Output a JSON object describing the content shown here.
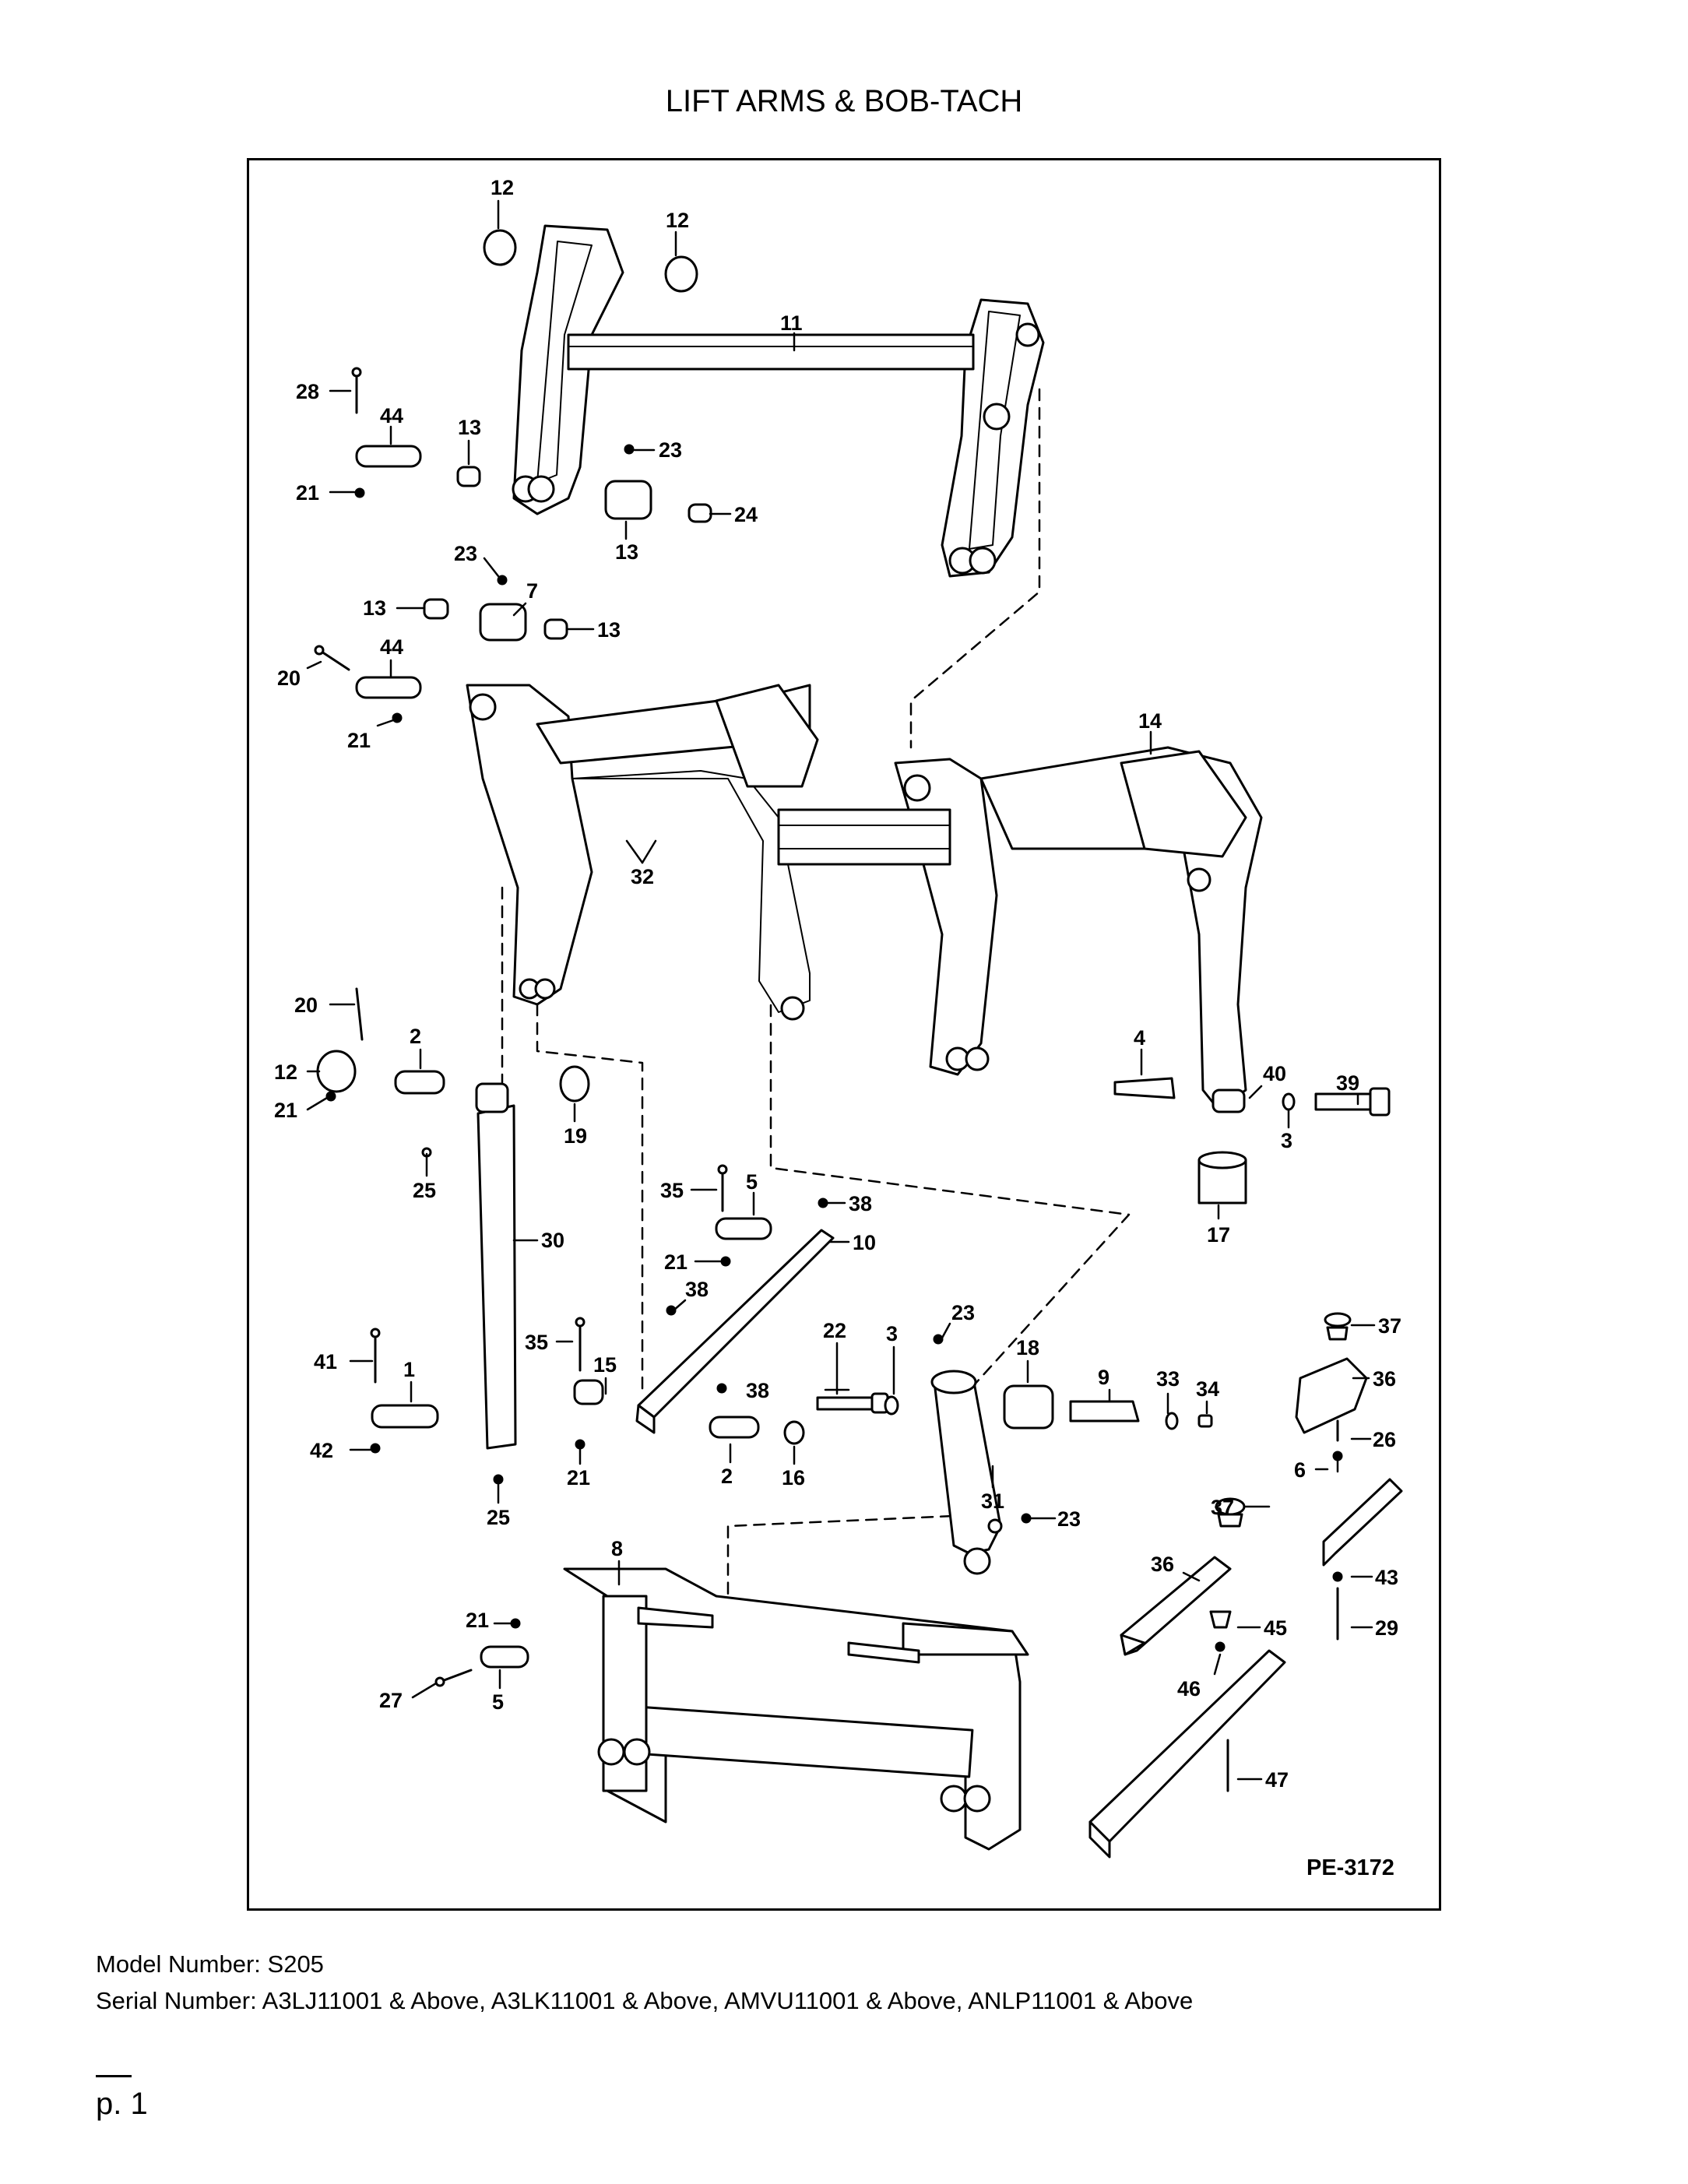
{
  "title": "LIFT ARMS & BOB-TACH",
  "figure_id": "PE-3172",
  "model_line": "Model Number: S205",
  "serial_line": "Serial Number: A3LJ11001 & Above, A3LK11001 & Above, AMVU11001 & Above, ANLP11001 & Above",
  "page_label": "p. 1",
  "callouts": [
    "12",
    "12",
    "11",
    "28",
    "44",
    "13",
    "23",
    "21",
    "24",
    "13",
    "23",
    "7",
    "13",
    "13",
    "20",
    "44",
    "21",
    "14",
    "32",
    "20",
    "2",
    "12",
    "21",
    "19",
    "4",
    "40",
    "39",
    "25",
    "3",
    "30",
    "35",
    "5",
    "38",
    "10",
    "21",
    "17",
    "38",
    "23",
    "41",
    "1",
    "35",
    "15",
    "22",
    "3",
    "18",
    "9",
    "33",
    "34",
    "37",
    "36",
    "38",
    "42",
    "2",
    "21",
    "16",
    "31",
    "26",
    "6",
    "25",
    "23",
    "37",
    "8",
    "36",
    "43",
    "21",
    "45",
    "29",
    "27",
    "5",
    "46",
    "47"
  ]
}
